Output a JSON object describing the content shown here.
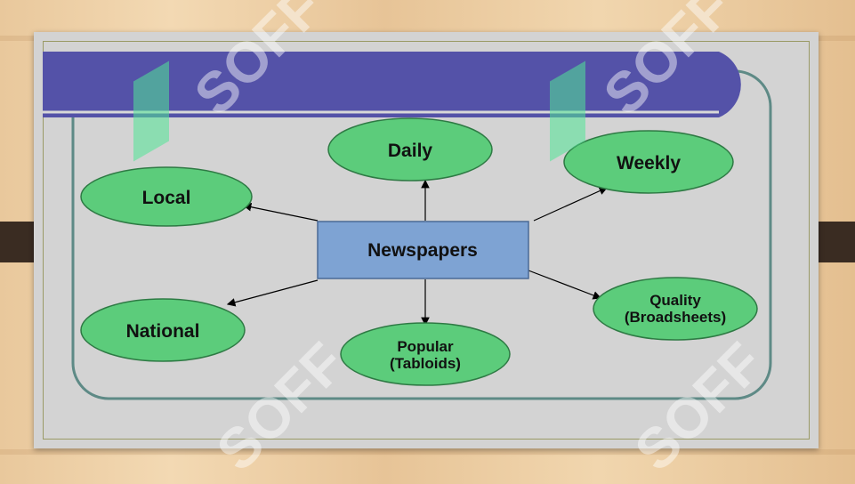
{
  "diagram": {
    "center": "Newspapers",
    "nodes": {
      "daily": [
        "Daily"
      ],
      "weekly": [
        "Weekly"
      ],
      "local": [
        "Local"
      ],
      "national": [
        "National"
      ],
      "quality": [
        "Quality",
        "(Broadsheets)"
      ],
      "popular": [
        "Popular",
        "(Tabloids)"
      ]
    }
  },
  "watermark": {
    "text": "SOFF"
  },
  "colors": {
    "banner": "#5452a8",
    "node_fill": "#5ccc7b",
    "center_fill": "#7ea3d3",
    "frame_line": "#5e8a86"
  }
}
